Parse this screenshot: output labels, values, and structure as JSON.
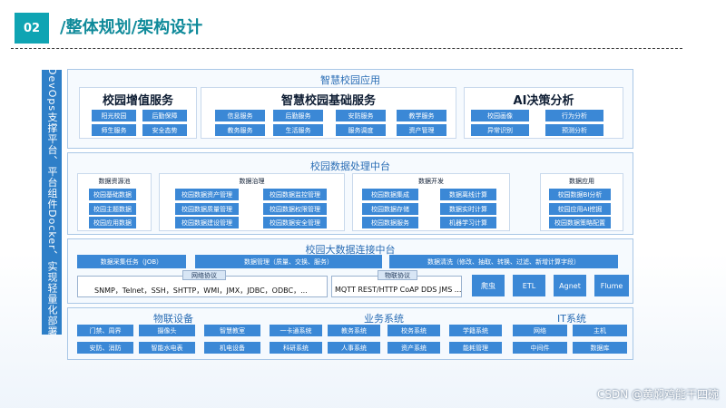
{
  "header": {
    "page_number": "02",
    "title": "/整体规划/架构设计"
  },
  "sidebar": {
    "label": "DevOps支撑平台、平台组件Docker、实现轻量化部署"
  },
  "app_layer": {
    "title": "智慧校园应用",
    "value_added": {
      "title": "校园增值服务",
      "items": [
        "阳光校园",
        "后勤保障",
        "师生服务",
        "安全态势"
      ]
    },
    "basic": {
      "title": "智慧校园基础服务",
      "items": [
        "信息服务",
        "后勤服务",
        "安防服务",
        "教学服务",
        "教务服务",
        "生活服务",
        "服务调度",
        "资产管理"
      ]
    },
    "ai": {
      "title": "AI决策分析",
      "items": [
        "校园画像",
        "行为分析",
        "异常识别",
        "预测分析"
      ]
    }
  },
  "data_layer": {
    "title": "校园数据处理中台",
    "sources": {
      "title": "数据资源池",
      "items": [
        "校园基础数据",
        "校园主题数据",
        "校园应用数据"
      ]
    },
    "governance": {
      "title": "数据治理",
      "items": [
        "校园数据资产管理",
        "校园数据监控管理",
        "校园数据质量管理",
        "校园数据权限管理",
        "校园数据建设管理",
        "校园数据安全管理"
      ]
    },
    "development": {
      "title": "数据开发",
      "items": [
        "校园数据集成",
        "数据离线计算",
        "校园数据存储",
        "数据实时计算",
        "校园数据服务",
        "机器学习计算"
      ]
    },
    "application": {
      "title": "数据应用",
      "items": [
        "校园数据BI分析",
        "校园应用AI挖掘",
        "校园数据策略配置"
      ]
    }
  },
  "bigdata_layer": {
    "title": "校园大数据连接中台",
    "bars": [
      "数据采集任务（JOB）",
      "数据管理（质量、交换、服务）",
      "数据清洗（修改、抽取、转换、过滤、新增计算字段）"
    ],
    "network": {
      "tag": "网络协议",
      "text": "SNMP，Telnet，SSH，SHTTP，WMI，JMX，JDBC，ODBC，..."
    },
    "iot": {
      "tag": "物联协议",
      "text": "MQTT  REST/HTTP  CoAP  DDS  JMS  ..."
    },
    "tools": [
      "爬虫",
      "ETL",
      "Agnet",
      "Flume"
    ]
  },
  "bottom_layer": {
    "iot_devices": {
      "title": "物联设备",
      "items": [
        "门禁、周界",
        "摄像头",
        "智慧教室",
        "安防、消防",
        "智能水电表",
        "机电设备"
      ]
    },
    "business": {
      "title": "业务系统",
      "items": [
        "一卡通系统",
        "教务系统",
        "校务系统",
        "学籍系统",
        "科研系统",
        "人事系统",
        "资产系统",
        "能耗管理"
      ]
    },
    "it": {
      "title": "IT系统",
      "items": [
        "网络",
        "主机",
        "中间件",
        "数据库"
      ]
    }
  },
  "watermark": "CSDN @黄焖鸡能干四碗",
  "colors": {
    "accent": "#0fa4b3",
    "chip_blue": "#3b88d6",
    "sidebar_blue": "#2e7fc8"
  }
}
